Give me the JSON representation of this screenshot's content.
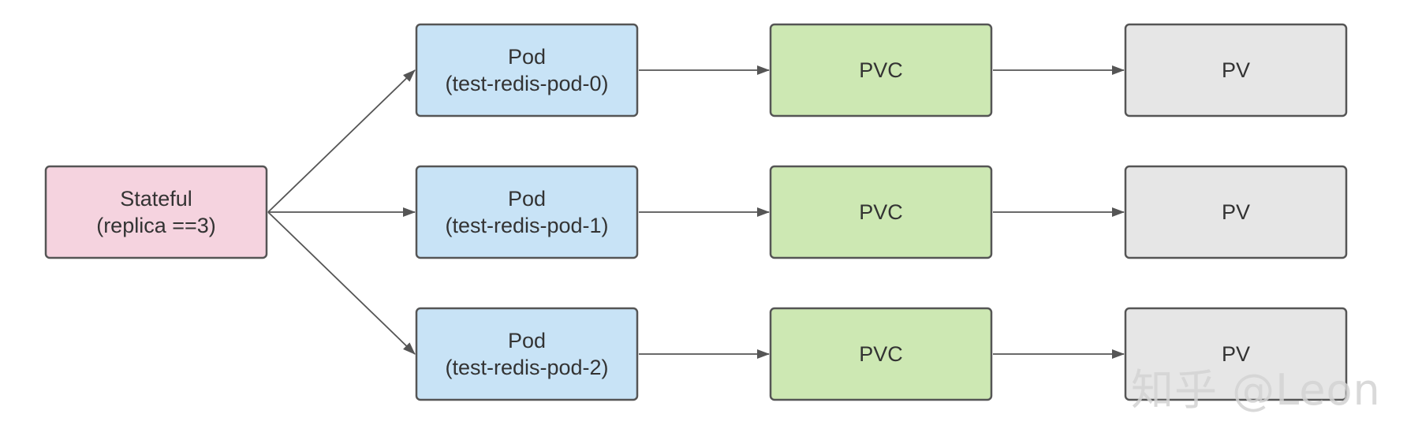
{
  "nodes": [
    {
      "id": "stateful",
      "kind": "stateful",
      "lines": [
        "Stateful",
        "(replica ==3)"
      ]
    },
    {
      "id": "pod0",
      "kind": "pod",
      "lines": [
        "Pod",
        "(test-redis-pod-0)"
      ]
    },
    {
      "id": "pod1",
      "kind": "pod",
      "lines": [
        "Pod",
        "(test-redis-pod-1)"
      ]
    },
    {
      "id": "pod2",
      "kind": "pod",
      "lines": [
        "Pod",
        "(test-redis-pod-2)"
      ]
    },
    {
      "id": "pvc0",
      "kind": "pvc",
      "lines": [
        "PVC"
      ]
    },
    {
      "id": "pvc1",
      "kind": "pvc",
      "lines": [
        "PVC"
      ]
    },
    {
      "id": "pvc2",
      "kind": "pvc",
      "lines": [
        "PVC"
      ]
    },
    {
      "id": "pv0",
      "kind": "pv",
      "lines": [
        "PV"
      ]
    },
    {
      "id": "pv1",
      "kind": "pv",
      "lines": [
        "PV"
      ]
    },
    {
      "id": "pv2",
      "kind": "pv",
      "lines": [
        "PV"
      ]
    }
  ],
  "edges": [
    {
      "from": "stateful",
      "to": "pod0"
    },
    {
      "from": "stateful",
      "to": "pod1"
    },
    {
      "from": "stateful",
      "to": "pod2"
    },
    {
      "from": "pod0",
      "to": "pvc0"
    },
    {
      "from": "pod1",
      "to": "pvc1"
    },
    {
      "from": "pod2",
      "to": "pvc2"
    },
    {
      "from": "pvc0",
      "to": "pv0"
    },
    {
      "from": "pvc1",
      "to": "pv1"
    },
    {
      "from": "pvc2",
      "to": "pv2"
    }
  ],
  "colors": {
    "stateful": "#f5d3df",
    "pod": "#c8e3f6",
    "pvc": "#cde8b3",
    "pv": "#e6e6e6",
    "stroke": "#555555",
    "text": "#333333"
  },
  "watermark": "知乎 @Leon"
}
